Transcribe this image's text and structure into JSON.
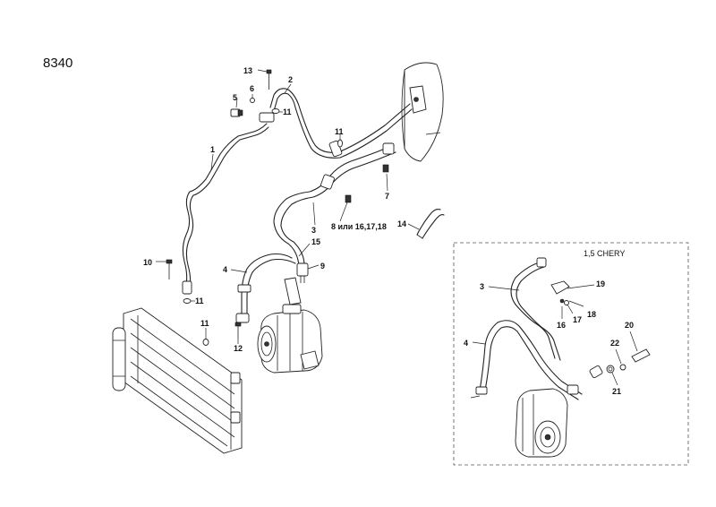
{
  "diagram": {
    "number": "8340",
    "inset_title": "1,5 CHERY",
    "callouts": {
      "c1": "1",
      "c2": "2",
      "c3": "3",
      "c4": "4",
      "c5": "5",
      "c6": "6",
      "c7": "7",
      "c8": "8 или 16,17,18",
      "c9": "9",
      "c10": "10",
      "c11a": "11",
      "c11b": "11",
      "c11c": "11",
      "c11d": "11",
      "c12": "12",
      "c13": "13",
      "c14": "14",
      "c15": "15"
    },
    "inset_callouts": {
      "i3": "3",
      "i4": "4",
      "i16": "16",
      "i17": "17",
      "i18": "18",
      "i19": "19",
      "i20": "20",
      "i21": "21",
      "i22": "22"
    }
  }
}
